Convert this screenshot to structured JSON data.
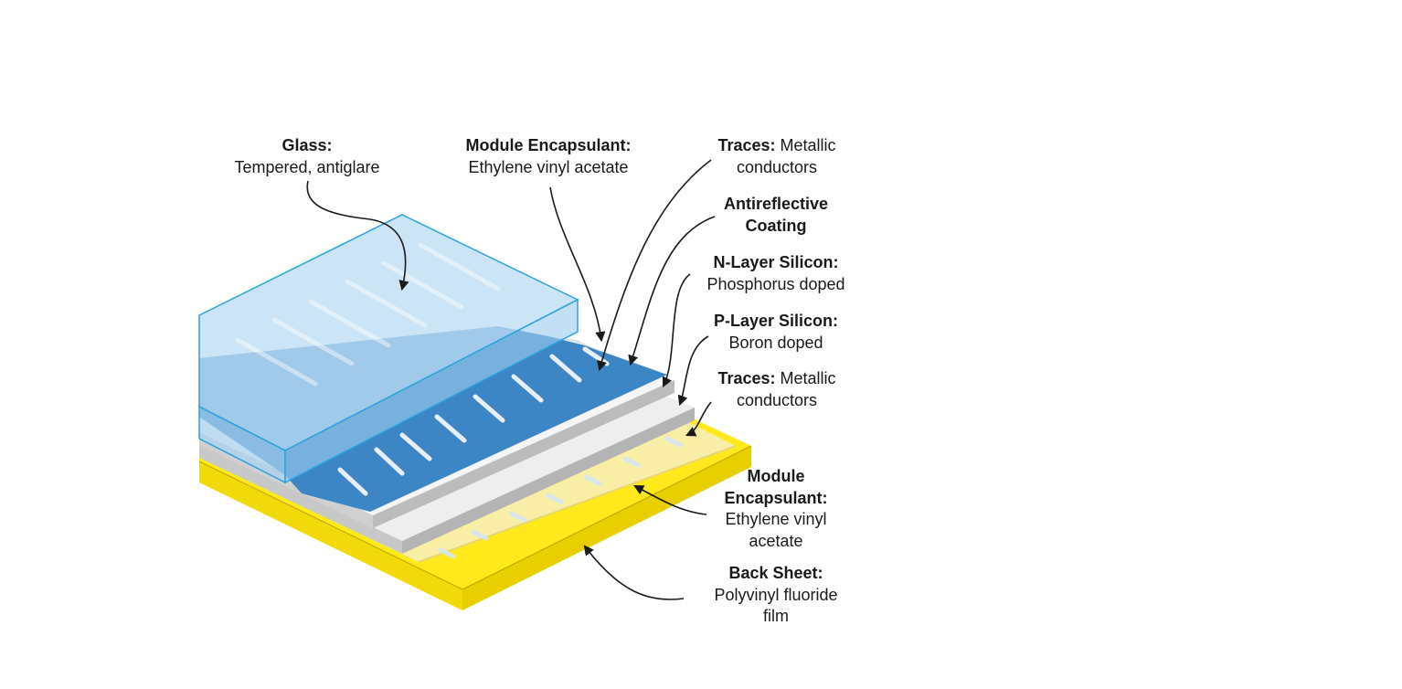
{
  "labels": {
    "glass": {
      "bold": "Glass:",
      "line": "Tempered, antiglare"
    },
    "encapsulant_top": {
      "bold": "Module Encapsulant:",
      "line": "Ethylene vinyl acetate"
    },
    "traces_top": {
      "bold": "Traces:",
      "rest": " Metallic",
      "line": "conductors"
    },
    "antireflective": {
      "line1": "Antireflective",
      "line2": "Coating"
    },
    "n_layer": {
      "bold": "N-Layer Silicon:",
      "line": "Phosphorus doped"
    },
    "p_layer": {
      "bold": "P-Layer Silicon:",
      "line": "Boron doped"
    },
    "traces_bottom": {
      "bold": "Traces:",
      "rest": " Metallic",
      "line": "conductors"
    },
    "encapsulant_bottom": {
      "line1": "Module",
      "line2": "Encapsulant:",
      "line3": "Ethylene vinyl",
      "line4": "acetate"
    },
    "back_sheet": {
      "bold": "Back Sheet:",
      "line1": "Polyvinyl fluoride",
      "line2": "film"
    }
  },
  "colors": {
    "glass_fill": "#bcdcf4",
    "glass_edge": "#2aa3dc",
    "cell_blue": "#3d86c6",
    "silicon_gray": "#ececec",
    "backsheet_yellow": "#ffe91a",
    "encapsulant_yellow": "#f8eea6",
    "arrow": "#1a1a1a"
  }
}
